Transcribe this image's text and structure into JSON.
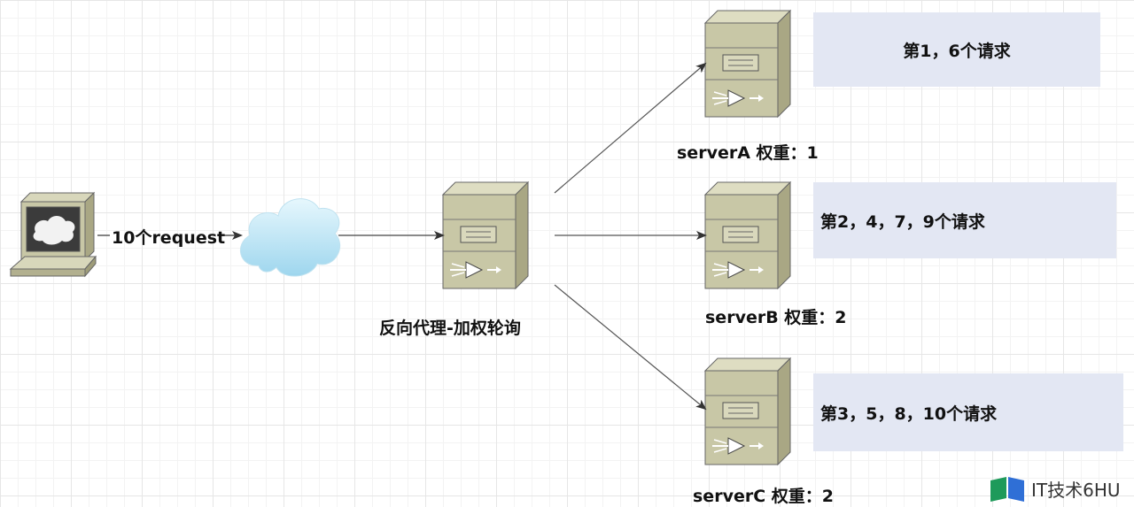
{
  "edge_labels": {
    "client_to_cloud": "10个request"
  },
  "nodes": {
    "proxy": {
      "label": "反向代理-加权轮询"
    },
    "server_a": {
      "label": "serverA  权重：1"
    },
    "server_b": {
      "label": "serverB   权重：2"
    },
    "server_c": {
      "label": "serverC    权重：2"
    }
  },
  "notes": {
    "server_a": "第1，6个请求",
    "server_b": "第2，4，7，9个请求",
    "server_c": "第3，5，8，10个请求"
  },
  "watermark": {
    "text": "IT技术6HU"
  },
  "colors": {
    "server_body": "#c8c7a6",
    "server_dark": "#9e9c79",
    "note_bg": "#e3e7f3",
    "cloud": "#b7e3f4",
    "arrow": "#555555"
  }
}
